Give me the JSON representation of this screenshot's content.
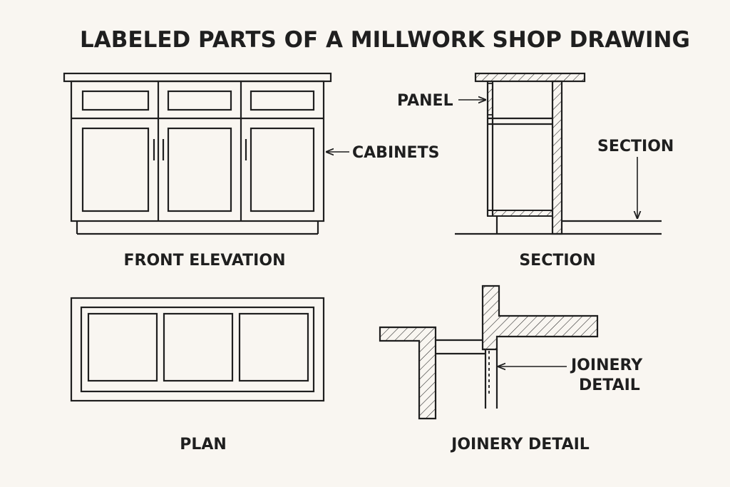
{
  "title": "LABELED PARTS OF A MILLWORK SHOP DRAWING",
  "views": {
    "front_elevation": "FRONT ELEVATION",
    "section": "SECTION",
    "plan": "PLAN",
    "joinery_detail": "JOINERY DETAIL"
  },
  "callouts": {
    "cabinets": "CABINETS",
    "panel": "PANEL",
    "section": "SECTION",
    "joinery_line1": "JOINERY",
    "joinery_line2": "DETAIL"
  },
  "colors": {
    "background": "#f9f6f1",
    "ink": "#1f1f1f"
  }
}
